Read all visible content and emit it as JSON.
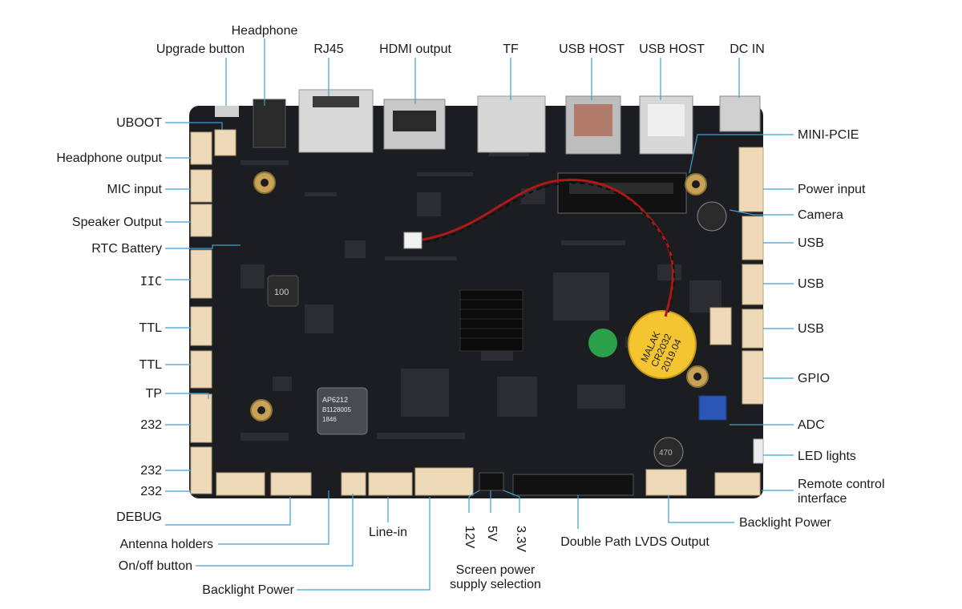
{
  "colors": {
    "leader": "#3aa0d6",
    "pcb": "#1c1d21",
    "pcb_detail": "#3a3b40",
    "connector": "#eed9b8",
    "metal": "#cfcfcf",
    "battery": "#f4c531",
    "green_dot": "#2aa048"
  },
  "labels": {
    "headphone": "Headphone",
    "upgrade_button": "Upgrade button",
    "rj45": "RJ45",
    "hdmi_output": "HDMI output",
    "tf": "TF",
    "usb_host_1": "USB HOST",
    "usb_host_2": "USB HOST",
    "dc_in": "DC IN",
    "uboot": "UBOOT",
    "headphone_output": "Headphone output",
    "mic_input": "MIC input",
    "speaker_output": "Speaker Output",
    "rtc_battery": "RTC Battery",
    "iic": "IIC",
    "ttl_1": "TTL",
    "ttl_2": "TTL",
    "tp": "TP",
    "rs232_1": "232",
    "rs232_2": "232",
    "rs232_3": "232",
    "debug": "DEBUG",
    "antenna_holders": "Antenna holders",
    "onoff_button": "On/off button",
    "backlight_power_left": "Backlight Power",
    "line_in": "Line-in",
    "v12": "12V",
    "v5": "5V",
    "v33": "3.3V",
    "screen_power_selection": "Screen power supply selection",
    "double_path_lvds": "Double Path LVDS Output",
    "backlight_power_right": "Backlight Power",
    "mini_pcie": "MINI-PCIE",
    "power_input": "Power input",
    "camera": "Camera",
    "usb_1": "USB",
    "usb_2": "USB",
    "usb_3": "USB",
    "gpio": "GPIO",
    "adc": "ADC",
    "led_lights": "LED lights",
    "remote_control": "Remote control interface"
  },
  "board_markings": {
    "chip_wifi_1": "AP6212",
    "chip_wifi_2": "B1128005",
    "chip_wifi_3": "1846",
    "battery_1": "MALAK",
    "battery_2": "CR2032",
    "battery_3": "2019.04",
    "inductor": "100",
    "capacitor": "470"
  }
}
